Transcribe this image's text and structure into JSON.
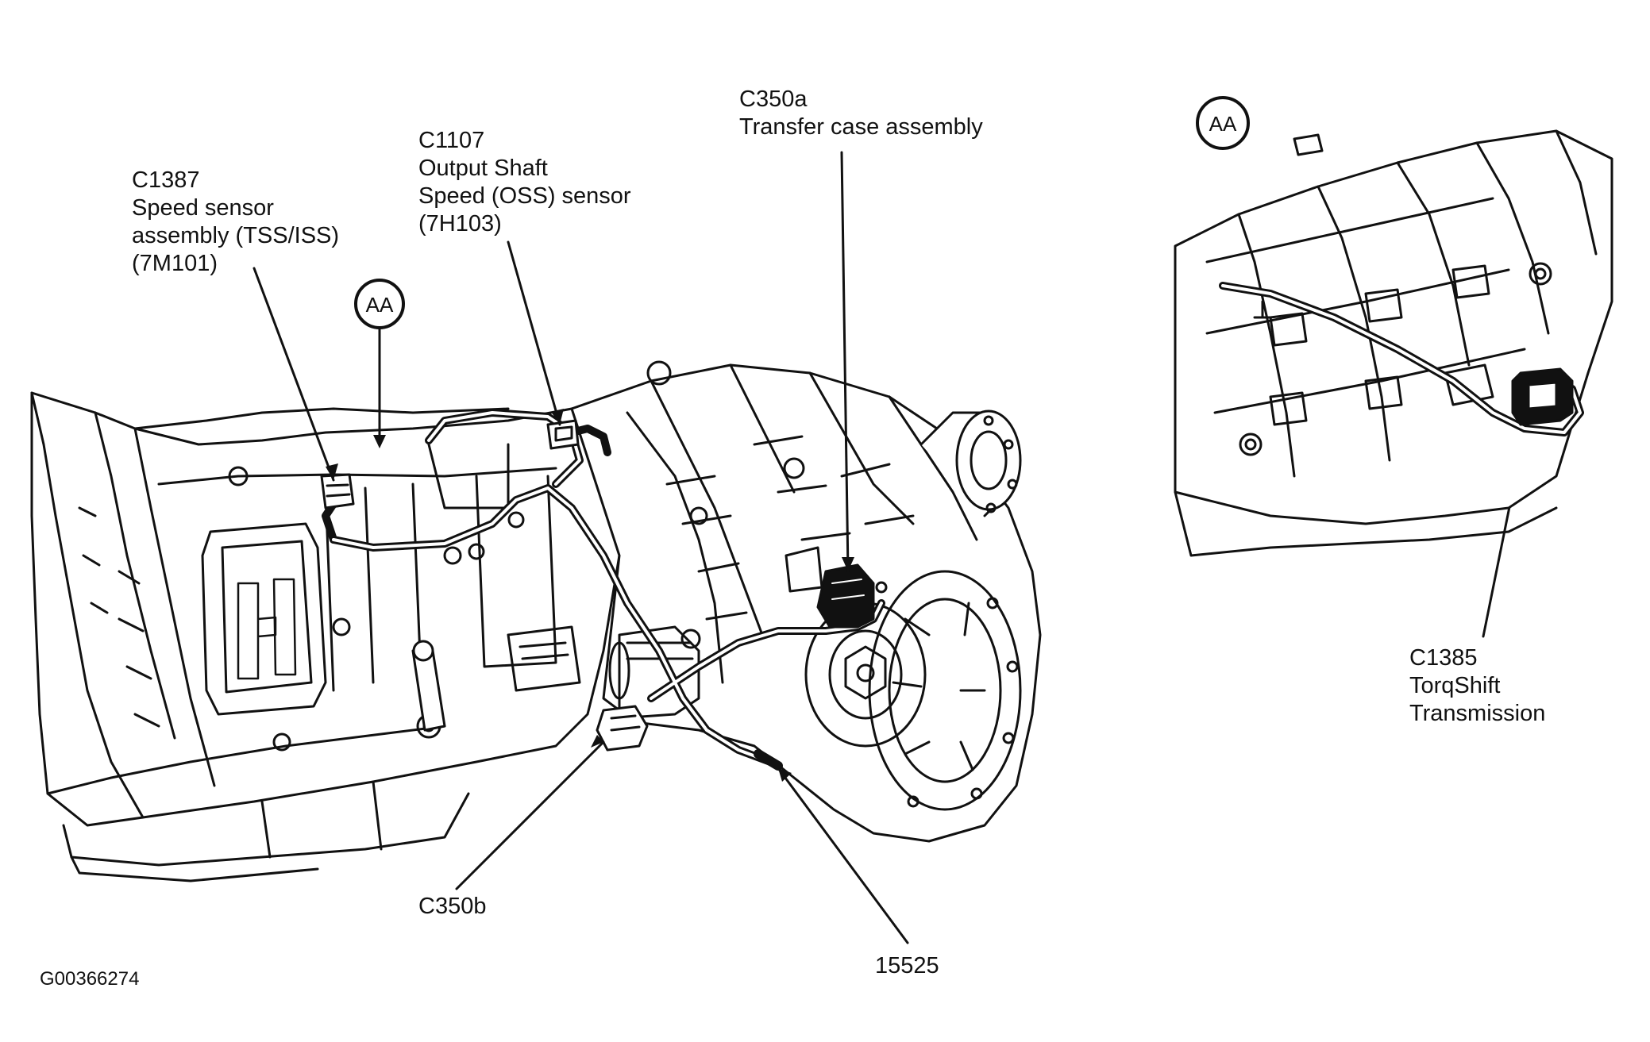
{
  "figure_id": "G00366274",
  "callouts": {
    "c1387": [
      "C1387",
      "Speed sensor",
      "assembly (TSS/ISS)",
      "(7M101)"
    ],
    "c1107": [
      "C1107",
      "Output Shaft",
      "Speed (OSS) sensor",
      "(7H103)"
    ],
    "c350a": [
      "C350a",
      "Transfer case assembly"
    ],
    "c1385": [
      "C1385",
      "TorqShift",
      "Transmission"
    ],
    "c350b": [
      "C350b"
    ],
    "p15525": [
      "15525"
    ]
  },
  "detail_marker": "AA",
  "colors": {
    "line": "#111111",
    "background": "#ffffff",
    "shade": "#d9d9d9"
  }
}
